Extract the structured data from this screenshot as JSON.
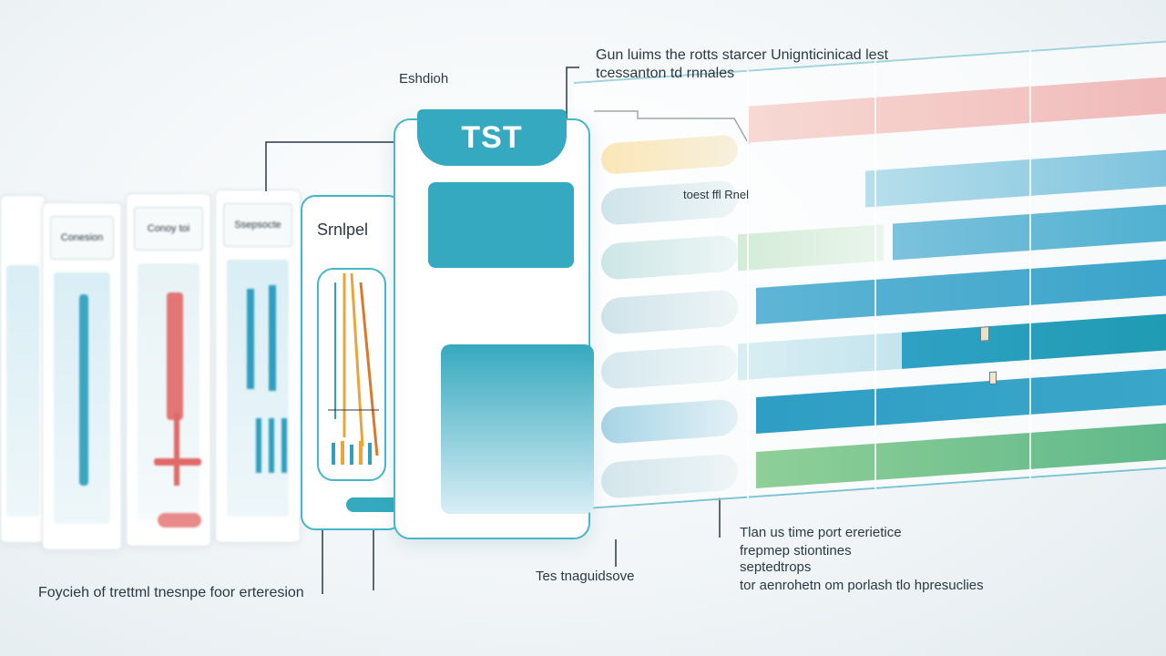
{
  "tst_label": "TST",
  "labels": {
    "top_left": "Eshdioh",
    "top_right_line1": "Gun luims the rotts starcer Unignticinicad lest",
    "top_right_line2": "tcessanton td rnnales",
    "cassette_sample": "Srnlpel",
    "table_note": "toest ffl Rnel",
    "strip_1": "Conesion",
    "strip_2": "Conoy toi",
    "strip_3": "Ssepsocte",
    "bottom_left": "Foycieh of trettml tnesnpe foor erteresion",
    "bottom_center": "Tes tnaguidsove",
    "bottom_right_line1": "Tlan us time port ererietice",
    "bottom_right_line2": "frepmep stiontines",
    "bottom_right_line3": "septedtrops",
    "bottom_right_line4": "tor aenrohetn om porlash tlo hpresuclies"
  },
  "colors": {
    "accent": "#35a9bf",
    "teal_dark": "#1f9bb3",
    "orange": "#e9a53a",
    "red_band": "#f0b8b8",
    "green_band": "#8fcf98"
  }
}
